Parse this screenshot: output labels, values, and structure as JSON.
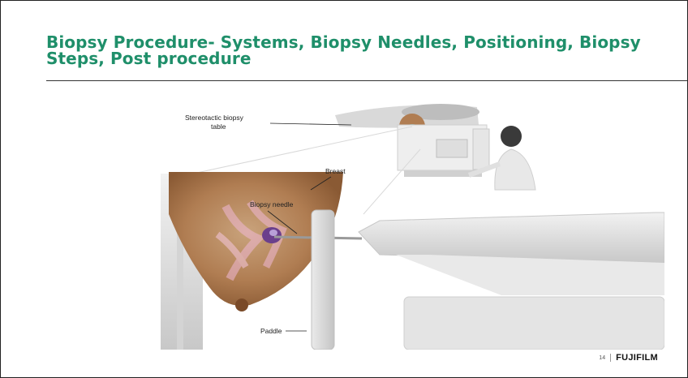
{
  "slide": {
    "title": "Biopsy Procedure- Systems, Biopsy Needles, Positioning, Biopsy Steps, Post procedure",
    "page_number": "14",
    "brand": "FUJIFILM"
  },
  "figure": {
    "labels": {
      "table_line1": "Stereotactic biopsy",
      "table_line2": "table",
      "breast": "Breast",
      "needle": "Biopsy needle",
      "paddle": "Paddle"
    }
  }
}
